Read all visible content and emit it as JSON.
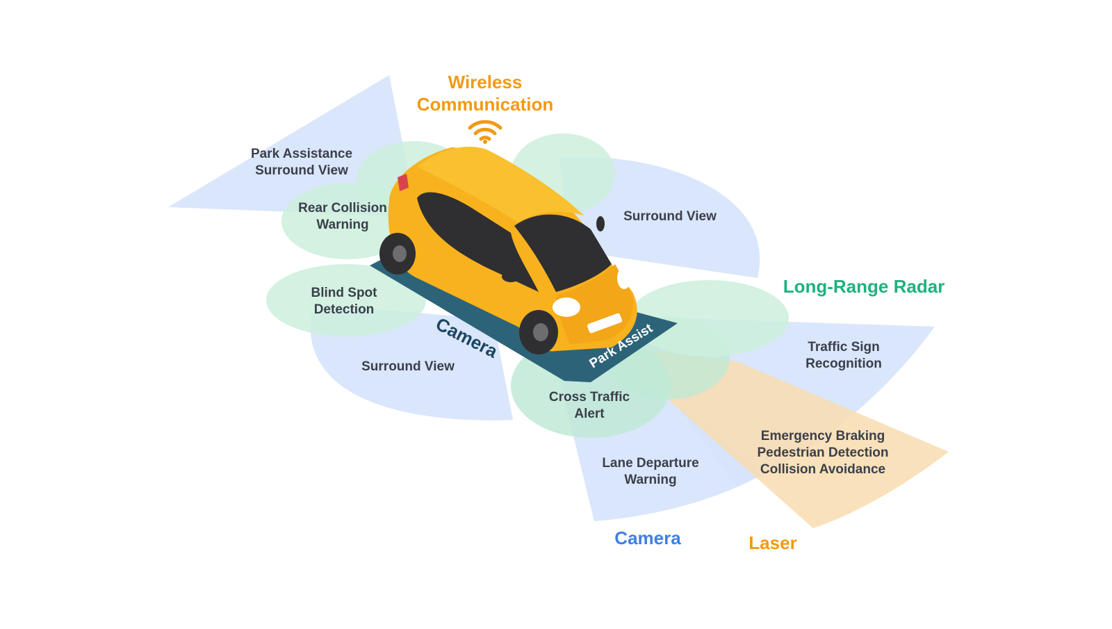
{
  "colors": {
    "camera_zone": "#d6e3fb",
    "radar_zone": "#cdeedd",
    "laser_zone": "#f8dcaf",
    "wireless": "#f19a14",
    "radar_title": "#1db27d",
    "camera_title": "#3f7fe4",
    "pad": "#2d6378",
    "car_body": "#f7b21e",
    "car_glass": "#2f2f31"
  },
  "labels": {
    "wireless": "Wireless\nCommunication",
    "park_assistance": "Park Assistance\nSurround View",
    "rear_collision": "Rear Collision\nWarning",
    "surround_view_right": "Surround View",
    "long_range_radar": "Long-Range Radar",
    "blind_spot": "Blind Spot\nDetection",
    "camera_pad": "Camera",
    "park_assist_pad": "Park Assist",
    "surround_view_left": "Surround View",
    "traffic_sign": "Traffic Sign\nRecognition",
    "cross_traffic": "Cross Traffic\nAlert",
    "emergency": "Emergency Braking\nPedestrian Detection\nCollision Avoidance",
    "lane_departure": "Lane Departure\nWarning",
    "camera_bottom": "Camera",
    "laser": "Laser"
  },
  "icons": {
    "wireless": "wifi-icon"
  }
}
